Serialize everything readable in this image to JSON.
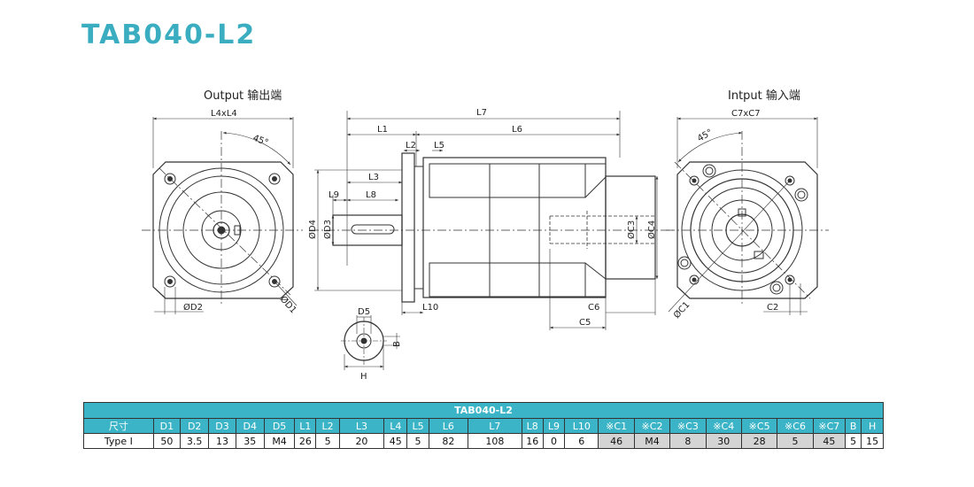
{
  "title": "TAB040-L2",
  "views": {
    "output_label": "Output 输出端",
    "input_label": "Intput 输入端"
  },
  "dims": {
    "l4xl4": "L4xL4",
    "angle_out": "45°",
    "d2": "ØD2",
    "d1": "ØD1",
    "d5": "D5",
    "b": "B",
    "h": "H",
    "l7": "L7",
    "l1": "L1",
    "l6": "L6",
    "l2": "L2",
    "l5": "L5",
    "l3": "L3",
    "l9": "L9",
    "l8": "L8",
    "d4": "ØD4",
    "d3": "ØD3",
    "c3": "ØC3",
    "c4": "ØC4",
    "l10": "L10",
    "c6": "C6",
    "c5": "C5",
    "c7xc7": "C7xC7",
    "angle_in": "45°",
    "c1": "ØC1",
    "c2": "C2"
  },
  "table": {
    "title": "TAB040-L2",
    "headers": [
      "尺寸",
      "D1",
      "D2",
      "D3",
      "D4",
      "D5",
      "L1",
      "L2",
      "L3",
      "L4",
      "L5",
      "L6",
      "L7",
      "L8",
      "L9",
      "L10",
      "※C1",
      "※C2",
      "※C3",
      "※C4",
      "※C5",
      "※C6",
      "※C7",
      "B",
      "H"
    ],
    "row": [
      "Type I",
      "50",
      "3.5",
      "13",
      "35",
      "M4",
      "26",
      "5",
      "20",
      "45",
      "5",
      "82",
      "108",
      "16",
      "0",
      "6",
      "46",
      "M4",
      "8",
      "30",
      "28",
      "5",
      "45",
      "5",
      "15"
    ]
  },
  "colors": {
    "accent": "#3ab4c6",
    "title": "#3aaec0",
    "grey_cell": "#d4d4d4"
  }
}
